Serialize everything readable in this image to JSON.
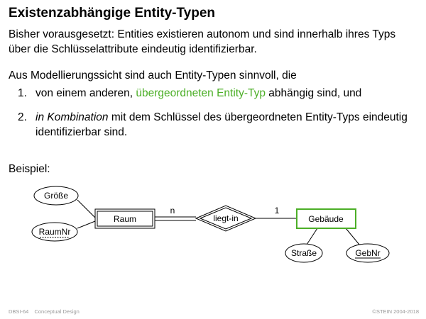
{
  "title": "Existenzabhängige Entity-Typen",
  "intro": {
    "line1": "Bisher vorausgesetzt: Entities existieren autonom und sind innerhalb ihres Typs",
    "line2": "über die Schlüsselattribute eindeutig identifizierbar."
  },
  "para2": "Aus Modellierungssicht sind auch Entity-Typen sinnvoll, die",
  "list": [
    {
      "number": "1.",
      "before": "von einem anderen, ",
      "highlight": "übergeordneten Entity-Typ",
      "after": " abhängig sind, und"
    },
    {
      "number": "2.",
      "italic": "in Kombination",
      "rest": " mit dem Schlüssel des übergeordneten Entity-Typs eindeutig",
      "line2": "identifizierbar sind."
    }
  ],
  "example_label": "Beispiel:",
  "diagram": {
    "weak_entity": "Raum",
    "relationship": "liegt-in",
    "owner_entity": "Gebäude",
    "attr_groesse": "Größe",
    "attr_raumnr": "RaumNr",
    "attr_strasse": "Straße",
    "attr_gebnr": "GebNr",
    "card_n": "n",
    "card_1": "1"
  },
  "colors": {
    "highlight": "#4caf27",
    "owner_border": "#4caf27",
    "footer": "#9a9a9a"
  },
  "footer": {
    "left1": "DBSI-64",
    "left2": "Conceptual Design",
    "right": "©STEIN 2004-2018"
  }
}
